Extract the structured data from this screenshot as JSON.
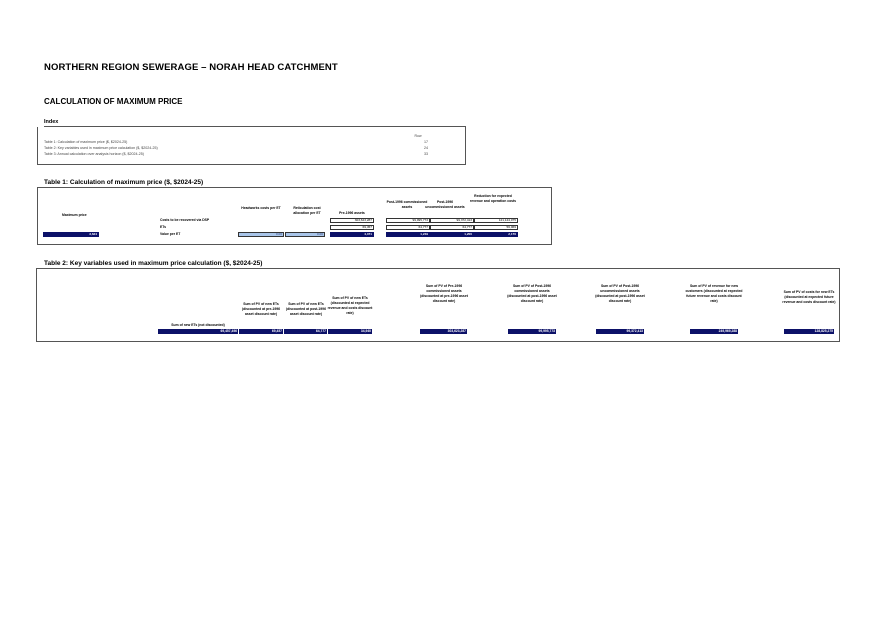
{
  "page": {
    "title": "NORTHERN REGION SEWERAGE – NORAH HEAD CATCHMENT",
    "subtitle": "CALCULATION OF MAXIMUM PRICE"
  },
  "index": {
    "label": "Index",
    "page_header": "Row",
    "items": [
      {
        "text": "Table 1:  Calculation of maximum price ($, $2024-25)",
        "page": "17"
      },
      {
        "text": "Table 2:  Key variables used in maximum price calculation ($, $2024-25)",
        "page": "24"
      },
      {
        "text": "Table 3:  Annual calculation over analysis horizon ($, $2024-25)",
        "page": "33"
      }
    ]
  },
  "table1": {
    "title": "Table 1:  Calculation of maximum price ($, $2024-25)",
    "max_price_label": "Maximum price",
    "max_price_value": "3,624",
    "col_headers": [
      "Headworks costs per ET",
      "Reticulation cost allocation per ET",
      "Pre-1996 assets",
      "Post-1996 commissioned assets",
      "Post-1996 uncommissioned assets",
      "Reduction for expected revenue and operation costs"
    ],
    "row_labels": [
      "Costs to be recovered via DSP",
      "ETs",
      "Value per ET"
    ],
    "rows": {
      "costs": [
        "303,623,287",
        "99,995,773",
        "99,372,413",
        "121,144,075"
      ],
      "ets": [
        "69,457",
        "64,777",
        "64,777",
        "56,069"
      ],
      "value_per_et": [
        "0.00",
        "0.00",
        "4,371",
        "1,249",
        "1,200",
        "2,176"
      ]
    }
  },
  "table2": {
    "title": "Table 2:  Key variables used in maximum price calculation ($, $2024-25)",
    "headers": [
      "Sum of new ETs (not discounted)",
      "Sum of PV of new ETs (discounted at pre-1996 asset discount rate)",
      "Sum of PV of new ETs (discounted at post-1996 asset discount rate)",
      "Sum of PV of new ETs (discounted at expected revenue and costs discount rate)",
      "Sum of PV of Pre-1996 commissioned assets (discounted at pre-1996 asset discount rate)",
      "Sum of PV of Post-1996 commissioned assets (discounted at post-1996 asset discount rate)",
      "Sum of PV of Post-1996 uncommissioned assets (discounted at post-1996 asset discount rate)",
      "Sum of PV of revenue for new customers (discounted at expected future revenue and costs discount rate)",
      "Sum of PV of costs for new ETs (discounted at expected future revenue and costs discount rate)"
    ],
    "values": [
      "69,457,496",
      "69,457",
      "64,777",
      "34,940",
      "303,623,287",
      "99,995,773",
      "99,372,413",
      "249,969,288",
      "128,825,275"
    ]
  }
}
